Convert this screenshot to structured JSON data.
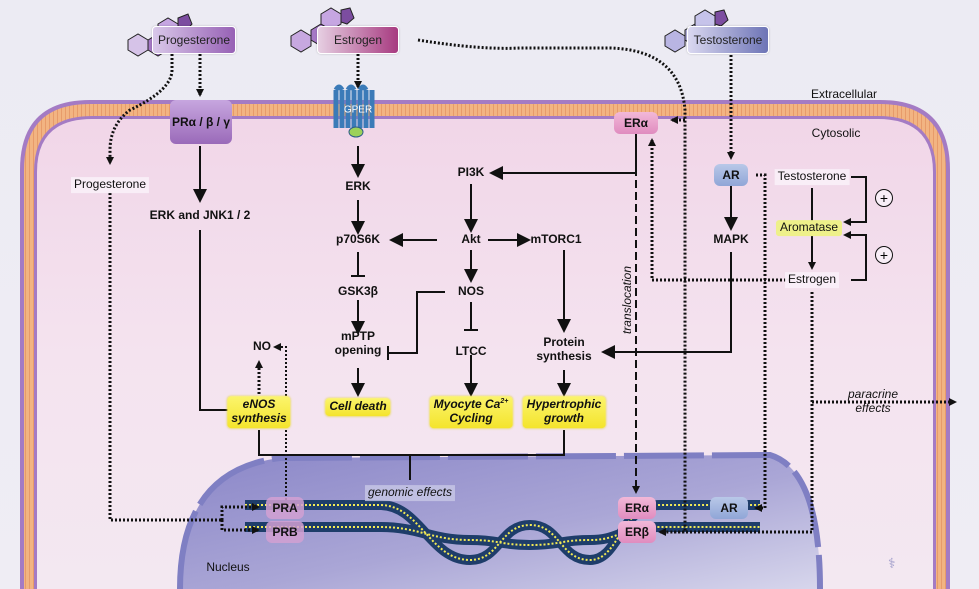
{
  "hormones": {
    "progesterone": "Progesterone",
    "estrogen": "Estrogen",
    "testosterone": "Testosterone"
  },
  "compartments": {
    "extracellular": "Extracellular",
    "cytosolic": "Cytosolic",
    "nucleus": "Nucleus"
  },
  "receptors": {
    "pr_membrane": "PRα / β / γ",
    "gper": "GPER",
    "er_alpha_membrane": "ERα",
    "ar_cytosolic": "AR",
    "pra": "PRA",
    "prb": "PRB",
    "er_alpha_nuclear": "ERα",
    "er_beta_nuclear": "ERβ",
    "ar_nuclear": "AR"
  },
  "nodes": {
    "progesterone_cyto": "Progesterone",
    "erk_jnk": "ERK and JNK1 / 2",
    "erk": "ERK",
    "pi3k": "PI3K",
    "p70s6k": "p70S6K",
    "akt": "Akt",
    "mtorc1": "mTORC1",
    "gsk3b": "GSK3β",
    "nos": "NOS",
    "mptp_1": "mPTP",
    "mptp_2": "opening",
    "ltcc": "LTCC",
    "protein_1": "Protein",
    "protein_2": "synthesis",
    "no": "NO",
    "mapk": "MAPK",
    "testosterone_cyto": "Testosterone",
    "aromatase": "Aromatase",
    "estrogen_cyto": "Estrogen",
    "plus": "+"
  },
  "outcomes": {
    "enos_1": "eNOS",
    "enos_2": "synthesis",
    "cell_death": "Cell death",
    "myocyte_1": "Myocyte Ca",
    "myocyte_sup": "2+",
    "myocyte_2": "Cycling",
    "hypertrophic_1": "Hypertrophic",
    "hypertrophic_2": "growth"
  },
  "annotations": {
    "translocation": "translocation",
    "paracrine_1": "paracrine",
    "paracrine_2": "effects",
    "genomic": "genomic effects"
  },
  "colors": {
    "cytosol": "#f3dbea",
    "membrane_outer": "#a47bc4",
    "membrane_inner": "#f0b07e",
    "nucleus": "#8f8fc8",
    "highlight_yellow": "#f7ea3a",
    "progesterone_box": "#9a6ab0",
    "estrogen_box": "#b0447f",
    "testosterone_box": "#7079b5",
    "er_pink": "#e48dbf",
    "ar_blue": "#9fb3dc"
  }
}
